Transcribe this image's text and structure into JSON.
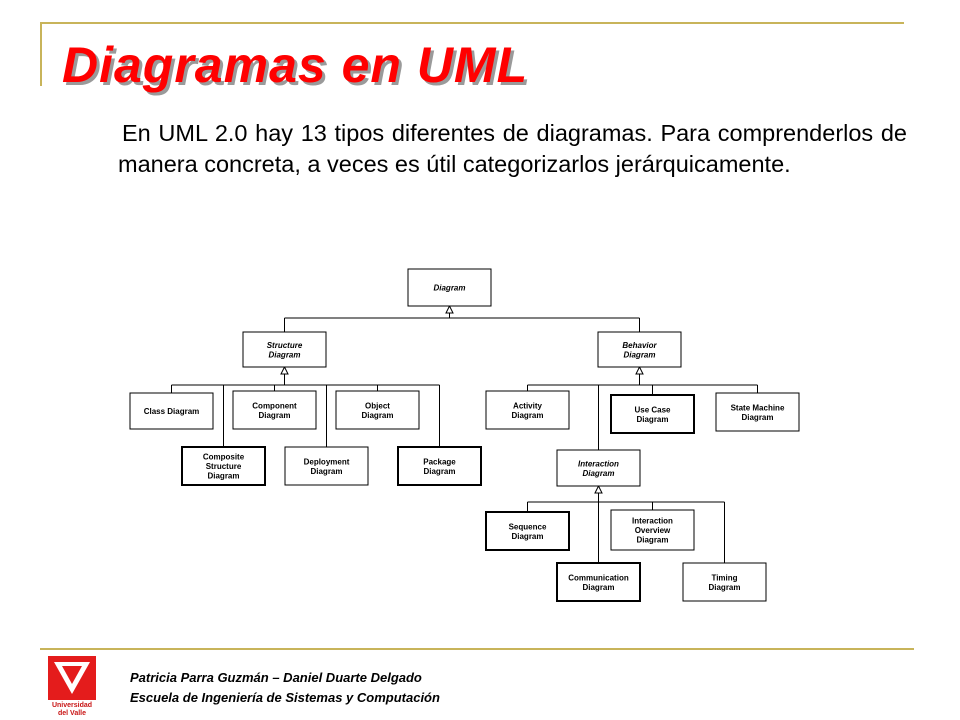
{
  "slide": {
    "title": "Diagramas en UML",
    "body": "En UML 2.0 hay 13 tipos diferentes de diagramas. Para comprenderlos de manera concreta, a veces es útil categorizarlos jerárquicamente."
  },
  "diagram": {
    "nodes": [
      {
        "id": "diagram",
        "lines": [
          "Diagram"
        ],
        "italic": true,
        "bold_border": false
      },
      {
        "id": "structure",
        "lines": [
          "Structure",
          "Diagram"
        ],
        "italic": true,
        "bold_border": false
      },
      {
        "id": "behavior",
        "lines": [
          "Behavior",
          "Diagram"
        ],
        "italic": true,
        "bold_border": false
      },
      {
        "id": "class",
        "lines": [
          "Class Diagram"
        ],
        "italic": false,
        "bold_border": false
      },
      {
        "id": "component",
        "lines": [
          "Component",
          "Diagram"
        ],
        "italic": false,
        "bold_border": false
      },
      {
        "id": "object",
        "lines": [
          "Object",
          "Diagram"
        ],
        "italic": false,
        "bold_border": false
      },
      {
        "id": "composite",
        "lines": [
          "Composite",
          "Structure",
          "Diagram"
        ],
        "italic": false,
        "bold_border": true
      },
      {
        "id": "deployment",
        "lines": [
          "Deployment",
          "Diagram"
        ],
        "italic": false,
        "bold_border": false
      },
      {
        "id": "package",
        "lines": [
          "Package",
          "Diagram"
        ],
        "italic": false,
        "bold_border": true
      },
      {
        "id": "activity",
        "lines": [
          "Activity",
          "Diagram"
        ],
        "italic": false,
        "bold_border": false
      },
      {
        "id": "usecase",
        "lines": [
          "Use Case",
          "Diagram"
        ],
        "italic": false,
        "bold_border": true
      },
      {
        "id": "statemachine",
        "lines": [
          "State Machine",
          "Diagram"
        ],
        "italic": false,
        "bold_border": false
      },
      {
        "id": "interaction",
        "lines": [
          "Interaction",
          "Diagram"
        ],
        "italic": true,
        "bold_border": false
      },
      {
        "id": "sequence",
        "lines": [
          "Sequence",
          "Diagram"
        ],
        "italic": false,
        "bold_border": true
      },
      {
        "id": "interactionoverview",
        "lines": [
          "Interaction",
          "Overview",
          "Diagram"
        ],
        "italic": false,
        "bold_border": false
      },
      {
        "id": "communication",
        "lines": [
          "Communication",
          "Diagram"
        ],
        "italic": false,
        "bold_border": true
      },
      {
        "id": "timing",
        "lines": [
          "Timing",
          "Diagram"
        ],
        "italic": false,
        "bold_border": false
      }
    ],
    "edges": [
      {
        "from": "structure",
        "to": "diagram"
      },
      {
        "from": "behavior",
        "to": "diagram"
      },
      {
        "from": "class",
        "to": "structure"
      },
      {
        "from": "component",
        "to": "structure"
      },
      {
        "from": "object",
        "to": "structure"
      },
      {
        "from": "composite",
        "to": "structure"
      },
      {
        "from": "deployment",
        "to": "structure"
      },
      {
        "from": "package",
        "to": "structure"
      },
      {
        "from": "activity",
        "to": "behavior"
      },
      {
        "from": "usecase",
        "to": "behavior"
      },
      {
        "from": "statemachine",
        "to": "behavior"
      },
      {
        "from": "interaction",
        "to": "behavior"
      },
      {
        "from": "sequence",
        "to": "interaction"
      },
      {
        "from": "interactionoverview",
        "to": "interaction"
      },
      {
        "from": "communication",
        "to": "interaction"
      },
      {
        "from": "timing",
        "to": "interaction"
      }
    ]
  },
  "footer": {
    "authors": "Patricia Parra Guzmán – Daniel Duarte Delgado",
    "school": "Escuela de Ingeniería de Sistemas y Computación",
    "logo_line1": "Universidad",
    "logo_line2": "del Valle"
  },
  "colors": {
    "title": "#ff0000",
    "rule": "#c8b45a",
    "logo": "#e41c1c"
  }
}
